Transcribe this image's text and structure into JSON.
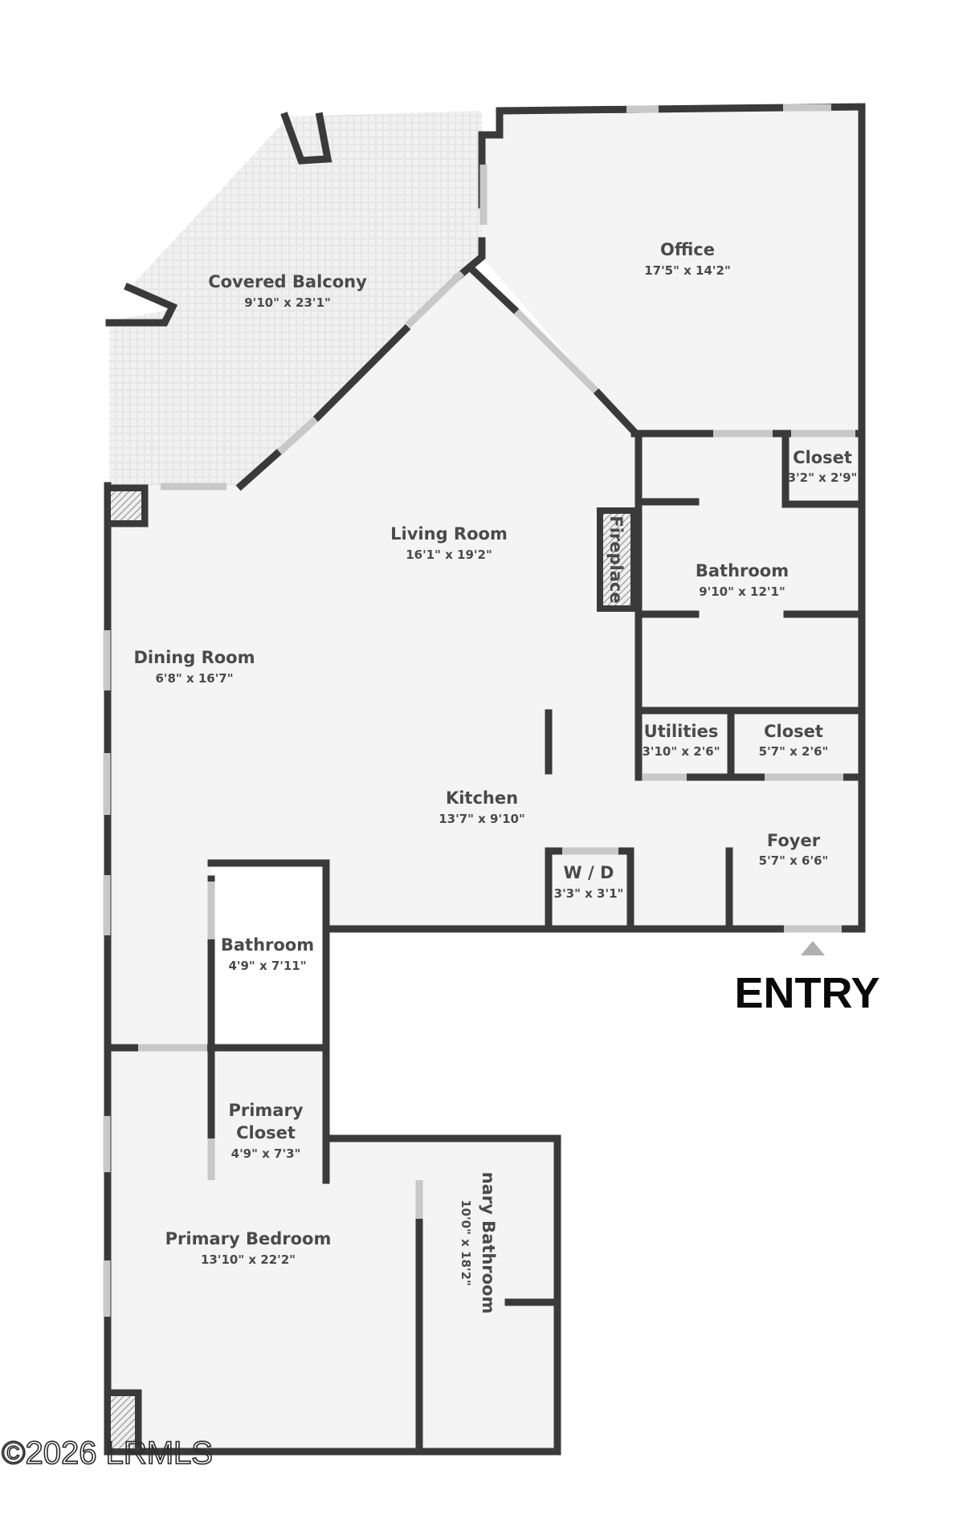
{
  "rooms": {
    "covered_balcony": {
      "name": "Covered Balcony",
      "dims": "9'10\" x 23'1\""
    },
    "office": {
      "name": "Office",
      "dims": "17'5\" x 14'2\""
    },
    "closet_upper": {
      "name": "Closet",
      "dims": "3'2\" x 2'9\""
    },
    "living_room": {
      "name": "Living Room",
      "dims": "16'1\" x 19'2\""
    },
    "fireplace": {
      "name": "Fireplace"
    },
    "bathroom_east": {
      "name": "Bathroom",
      "dims": "9'10\" x 12'1\""
    },
    "dining_room": {
      "name": "Dining Room",
      "dims": "6'8\" x 16'7\""
    },
    "utilities": {
      "name": "Utilities",
      "dims": "3'10\" x 2'6\""
    },
    "closet_lower": {
      "name": "Closet",
      "dims": "5'7\" x 2'6\""
    },
    "kitchen": {
      "name": "Kitchen",
      "dims": "13'7\" x 9'10\""
    },
    "foyer": {
      "name": "Foyer",
      "dims": "5'7\" x 6'6\""
    },
    "wd": {
      "name": "W / D",
      "dims": "3'3\" x 3'1\""
    },
    "bathroom_west": {
      "name": "Bathroom",
      "dims": "4'9\" x 7'11\""
    },
    "primary_closet": {
      "name_line1": "Primary",
      "name_line2": "Closet",
      "dims": "4'9\" x 7'3\""
    },
    "primary_bedroom": {
      "name": "Primary Bedroom",
      "dims": "13'10\" x 22'2\""
    },
    "primary_bathroom": {
      "name": "nary Bathroom",
      "dims": "10'0\" x 18'2\""
    }
  },
  "entry_label": "ENTRY",
  "watermark": "©2026 LRMLS",
  "colors": {
    "wall": "#3a3a3a",
    "floor": "#f4f4f4",
    "balcony": "#e4e4e4",
    "window": "#c8c8c8",
    "text": "#4a4a4a"
  }
}
